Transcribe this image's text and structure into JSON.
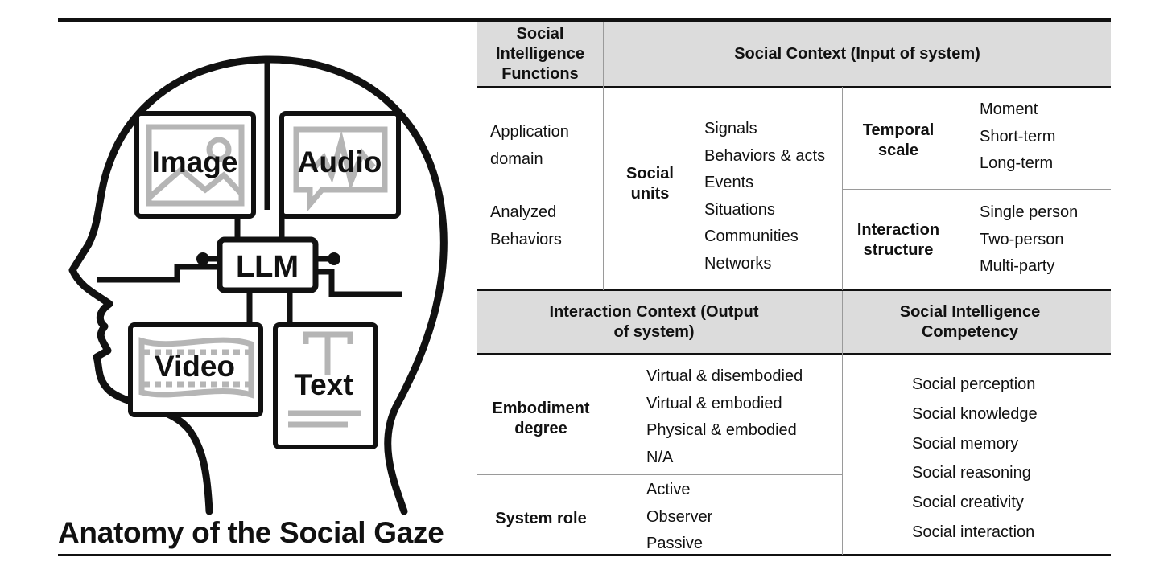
{
  "figure": {
    "title": "Anatomy of the Social Gaze",
    "modalities": {
      "image": "Image",
      "audio": "Audio",
      "llm": "LLM",
      "video": "Video",
      "text": "Text"
    }
  },
  "table": {
    "header_functions": "Social Intelligence Functions",
    "header_context": "Social Context (Input of system)",
    "functions": {
      "application_domain": "Application domain",
      "analyzed_behaviors": "Analyzed Behaviors"
    },
    "social_units": {
      "label": "Social units",
      "items": [
        "Signals",
        "Behaviors & acts",
        "Events",
        "Situations",
        "Communities",
        "Networks"
      ]
    },
    "temporal_scale": {
      "label": "Temporal scale",
      "items": [
        "Moment",
        "Short-term",
        "Long-term"
      ]
    },
    "interaction_structure": {
      "label": "Interaction structure",
      "items": [
        "Single person",
        "Two-person",
        "Multi-party"
      ]
    },
    "header_interaction_context": "Interaction Context (Output of system)",
    "header_competency": "Social Intelligence Competency",
    "embodiment_degree": {
      "label": "Embodiment degree",
      "items": [
        "Virtual & disembodied",
        "Virtual & embodied",
        "Physical & embodied",
        "N/A"
      ]
    },
    "system_role": {
      "label": "System role",
      "items": [
        "Active",
        "Observer",
        "Passive"
      ]
    },
    "competencies": [
      "Social perception",
      "Social knowledge",
      "Social memory",
      "Social reasoning",
      "Social creativity",
      "Social interaction"
    ]
  },
  "colors": {
    "header_fill": "#dcdcdc",
    "line": "#111111",
    "thin_line": "#9a9a9a",
    "icon_gray": "#b5b5b5"
  }
}
